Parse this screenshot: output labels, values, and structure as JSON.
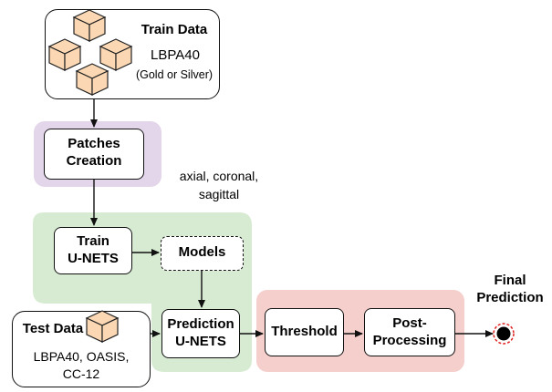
{
  "train_data": {
    "title": "Train Data",
    "dataset": "LBPA40",
    "label_note": "(Gold or Silver)"
  },
  "patches": {
    "label_line1": "Patches",
    "label_line2": "Creation"
  },
  "views_note": {
    "line1": "axial, coronal,",
    "line2": "sagittal"
  },
  "train_unets": {
    "line1": "Train",
    "line2": "U-NETS"
  },
  "models": {
    "label": "Models"
  },
  "test_data": {
    "title": "Test Data",
    "line1": "LBPA40, OASIS,",
    "line2": "CC-12"
  },
  "prediction_unets": {
    "line1": "Prediction",
    "line2": "U-NETS"
  },
  "threshold": {
    "label": "Threshold"
  },
  "post_processing": {
    "line1": "Post-",
    "line2": "Processing"
  },
  "final": {
    "line1": "Final",
    "line2": "Prediction"
  },
  "colors": {
    "purple_region": "#e3d5ea",
    "green_region": "#d7ebd2",
    "red_region": "#f5cfcc",
    "cube_fill": "#fbd8b3",
    "end_dot": "#e02020"
  }
}
